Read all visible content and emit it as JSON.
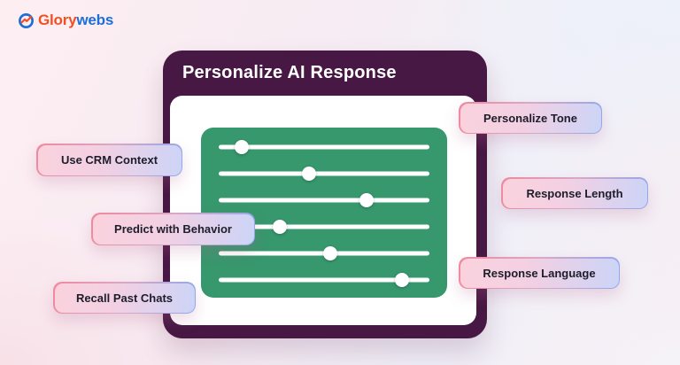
{
  "logo": {
    "brand_primary": "Glory",
    "brand_secondary": "webs",
    "icon": "growth-arrow-circle-icon"
  },
  "card": {
    "title": "Personalize AI Response"
  },
  "slider_panel": {
    "slider_count": 6,
    "values_percent": [
      11,
      43,
      70,
      29,
      53,
      87
    ]
  },
  "callouts": {
    "left": [
      {
        "label": "Use CRM Context"
      },
      {
        "label": "Predict with Behavior"
      },
      {
        "label": "Recall Past Chats"
      }
    ],
    "right": [
      {
        "label": "Personalize Tone"
      },
      {
        "label": "Response Length"
      },
      {
        "label": "Response Language"
      }
    ]
  },
  "colors": {
    "header_purple": "#471843",
    "panel_green": "#37976d",
    "pill_fill_start": "#fad2dd",
    "pill_fill_end": "#ccd4f7",
    "pill_border_start": "#f0889f",
    "pill_border_end": "#93a7ea",
    "logo_orange": "#f25022",
    "logo_blue": "#1d6ed8"
  }
}
